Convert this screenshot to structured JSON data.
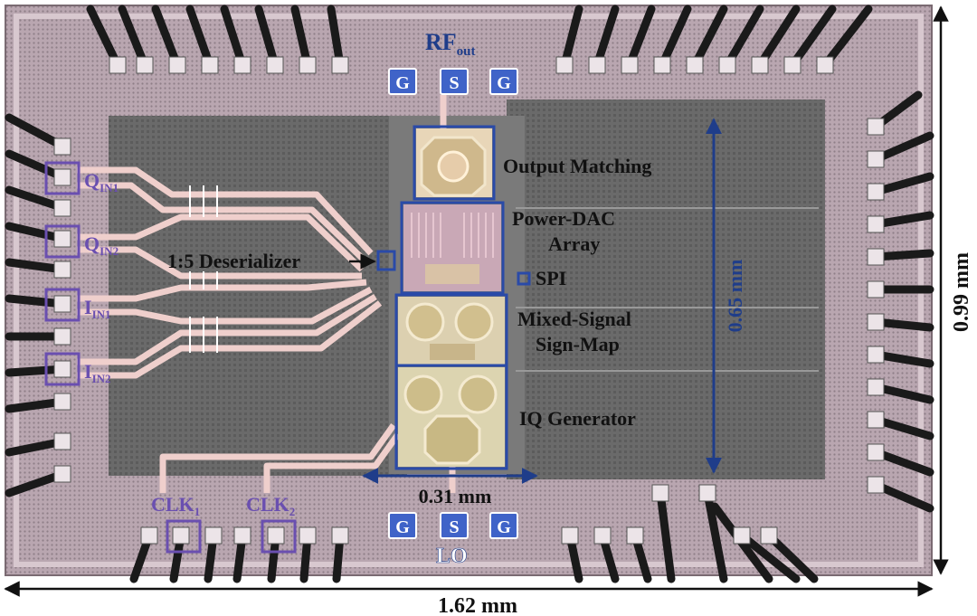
{
  "pads": {
    "rf_left": "G",
    "rf_mid": "S",
    "rf_right": "G",
    "lo_left": "G",
    "lo_mid": "S",
    "lo_right": "G"
  },
  "ports": {
    "rf_main": "RF",
    "rf_sub": "out",
    "lo": "LO",
    "q1_main": "Q",
    "q1_sub": "IN1",
    "q2_main": "Q",
    "q2_sub": "IN2",
    "i1_main": "I",
    "i1_sub": "IN1",
    "i2_main": "I",
    "i2_sub": "IN2",
    "clk1_main": "CLK",
    "clk1_sub": "1",
    "clk2_main": "CLK",
    "clk2_sub": "2"
  },
  "blocks": {
    "output_matching": "Output Matching",
    "power_dac_1": "Power-DAC",
    "power_dac_2": "Array",
    "deserializer": "1:5 Deserializer",
    "spi": "SPI",
    "sign_map_1": "Mixed-Signal",
    "sign_map_2": "Sign-Map",
    "iq_generator": "IQ Generator"
  },
  "dimensions": {
    "inner_height": "0.65 mm",
    "inner_width": "0.31 mm",
    "chip_height": "0.99 mm",
    "chip_width": "1.62 mm"
  },
  "colors": {
    "die": "#b3a0aa",
    "core": "#666666",
    "metal": "#efcfcc",
    "annotation_blue": "#2a4aa8",
    "annotation_purple": "#6a4fb0",
    "arrow": "#1f3d8a"
  }
}
